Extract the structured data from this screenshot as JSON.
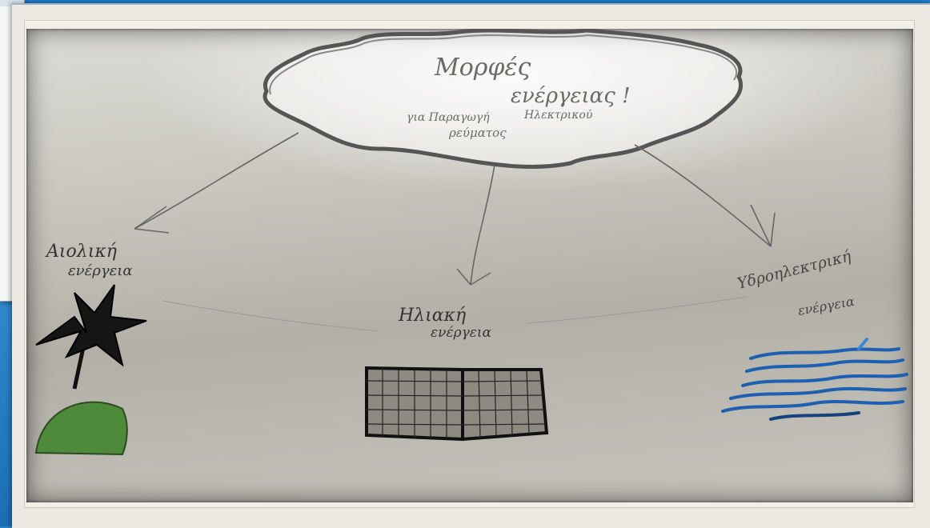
{
  "drawing": {
    "cloud_title_1": "Μορφές",
    "cloud_title_2": "ενέργειας !",
    "cloud_sub_1": "για Παραγωγή",
    "cloud_sub_2": "Ηλεκτρικού",
    "cloud_sub_3": "ρεύματος",
    "wind_label_1": "Αιολική",
    "wind_label_2": "ενέργεια",
    "solar_label_1": "Ηλιακή",
    "solar_label_2": "ενέργεια",
    "hydro_label_1": "Υδροηλεκτρική",
    "hydro_label_2": "ενέργεια"
  },
  "icons": {
    "wind": "windmill-drawing",
    "solar": "solar-panel-drawing",
    "hydro": "water-waves-drawing"
  },
  "colors": {
    "desktop": "#2a7fc4",
    "frame": "#ece9e2",
    "water": "#1d5fb0",
    "grass": "#4f8a3a"
  }
}
